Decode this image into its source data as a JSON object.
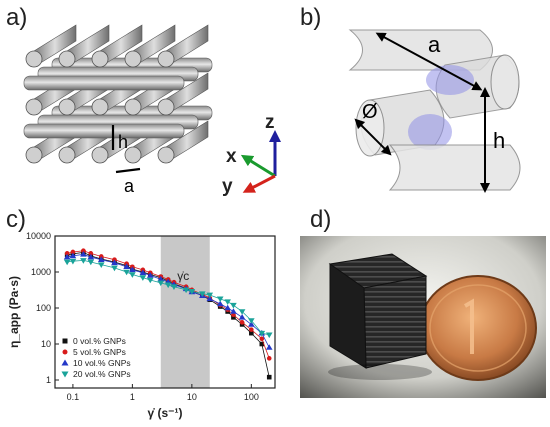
{
  "panels": {
    "a": {
      "label": "a)",
      "dim_h": "h",
      "dim_a": "a",
      "axes": {
        "z": "z",
        "x": "x",
        "y": "y"
      },
      "colors": {
        "z": "#1f1f9e",
        "x": "#1a9a2e",
        "y": "#d4231c"
      }
    },
    "b": {
      "label": "b)",
      "dim_a": "a",
      "dim_phi": "Ø",
      "dim_h": "h",
      "colors": {
        "contact": "#8f8fe6"
      }
    },
    "c": {
      "label": "c)"
    },
    "d": {
      "label": "d)",
      "photo": "3D-printed lattice cube next to a coin"
    }
  },
  "chart_data": {
    "type": "scatter",
    "xlabel": "γ̇ (s⁻¹)",
    "ylabel": "η_app (Pa·s)",
    "xscale": "log",
    "yscale": "log",
    "xlim": [
      0.05,
      250
    ],
    "ylim": [
      0.6,
      10000
    ],
    "x_ticks": [
      "0.1",
      "1",
      "10",
      "100"
    ],
    "y_ticks": [
      "1",
      "10",
      "100",
      "1000",
      "10000"
    ],
    "shaded_region": {
      "x": [
        3,
        20
      ],
      "label": "γ̇c"
    },
    "legend_position": "bottom-left",
    "series": [
      {
        "name": "0 vol.% GNPs",
        "marker": "square",
        "color": "#111111",
        "x": [
          0.08,
          0.1,
          0.15,
          0.2,
          0.3,
          0.5,
          0.8,
          1,
          1.5,
          2,
          3,
          4,
          5,
          8,
          10,
          15,
          20,
          30,
          40,
          50,
          70,
          100,
          150,
          200
        ],
        "y": [
          3000,
          3200,
          3500,
          2800,
          2300,
          1900,
          1500,
          1200,
          1000,
          850,
          700,
          560,
          470,
          350,
          290,
          220,
          170,
          110,
          80,
          55,
          35,
          20,
          10,
          1.2
        ]
      },
      {
        "name": "5 vol.% GNPs",
        "marker": "circle",
        "color": "#d81b1b",
        "x": [
          0.08,
          0.1,
          0.15,
          0.2,
          0.3,
          0.5,
          0.8,
          1,
          1.5,
          2,
          3,
          4,
          5,
          8,
          10,
          15,
          20,
          30,
          40,
          50,
          70,
          100,
          150,
          200
        ],
        "y": [
          3300,
          3600,
          3900,
          3300,
          2700,
          2200,
          1700,
          1400,
          1150,
          950,
          750,
          620,
          520,
          390,
          320,
          240,
          190,
          120,
          90,
          65,
          40,
          25,
          14,
          4
        ]
      },
      {
        "name": "10 vol.% GNPs",
        "marker": "triangle-up",
        "color": "#2438c8",
        "x": [
          0.08,
          0.1,
          0.15,
          0.2,
          0.3,
          0.5,
          0.8,
          1,
          1.5,
          2,
          3,
          4,
          5,
          8,
          10,
          15,
          20,
          30,
          40,
          50,
          70,
          100,
          150,
          200
        ],
        "y": [
          2600,
          2800,
          3100,
          2600,
          2200,
          1800,
          1400,
          1150,
          950,
          800,
          630,
          530,
          450,
          340,
          280,
          220,
          180,
          130,
          100,
          80,
          55,
          35,
          20,
          8
        ]
      },
      {
        "name": "20 vol.% GNPs",
        "marker": "triangle-down",
        "color": "#1aa39a",
        "x": [
          0.08,
          0.1,
          0.15,
          0.2,
          0.3,
          0.5,
          0.8,
          1,
          1.5,
          2,
          3,
          4,
          5,
          8,
          10,
          15,
          20,
          30,
          40,
          50,
          70,
          100,
          150,
          200
        ],
        "y": [
          1900,
          2000,
          2100,
          1900,
          1600,
          1300,
          1000,
          850,
          700,
          600,
          500,
          440,
          390,
          320,
          290,
          250,
          230,
          180,
          150,
          120,
          80,
          45,
          20,
          18
        ]
      }
    ]
  }
}
